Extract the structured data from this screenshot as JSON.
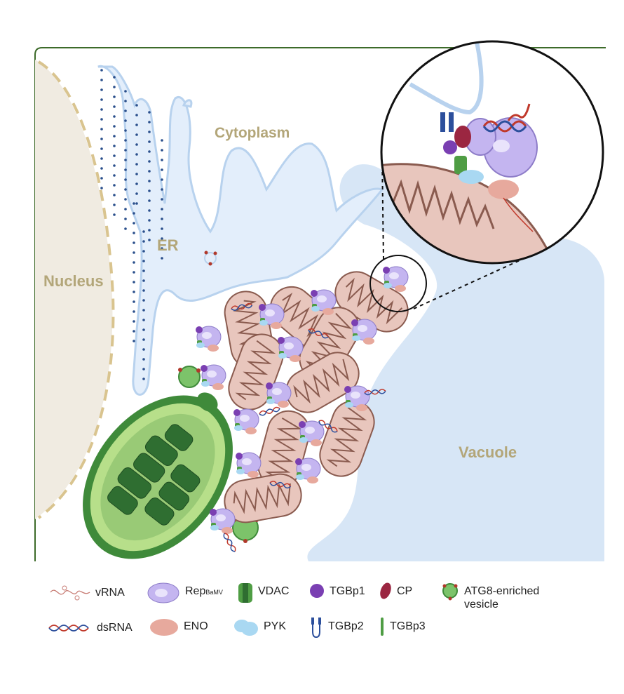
{
  "labels": {
    "nucleus": "Nucleus",
    "cytoplasm": "Cytoplasm",
    "er": "ER",
    "vacuole": "Vacuole"
  },
  "legend": [
    {
      "id": "vrna",
      "label": "vRNA",
      "icon": "vrna-icon"
    },
    {
      "id": "rep",
      "label": "Rep",
      "sub": "BaMV",
      "icon": "rep-bamv-icon"
    },
    {
      "id": "vdac",
      "label": "VDAC",
      "icon": "vdac-icon"
    },
    {
      "id": "tgbp1",
      "label": "TGBp1",
      "icon": "tgbp1-icon"
    },
    {
      "id": "cp",
      "label": "CP",
      "icon": "cp-icon"
    },
    {
      "id": "atg8",
      "label": "ATG8-enriched",
      "label2": "vesicle",
      "icon": "atg8-vesicle-icon"
    },
    {
      "id": "dsrna",
      "label": "dsRNA",
      "icon": "dsrna-icon"
    },
    {
      "id": "eno",
      "label": "ENO",
      "icon": "eno-icon"
    },
    {
      "id": "pyk",
      "label": "PYK",
      "icon": "pyk-icon"
    },
    {
      "id": "tgbp2",
      "label": "TGBp2",
      "icon": "tgbp2-icon"
    },
    {
      "id": "tgbp3",
      "label": "TGBp3",
      "icon": "tgbp3-icon"
    }
  ],
  "colors": {
    "cell_border": "#3d6b2a",
    "nucleus_fill": "#f0ebe1",
    "nucleus_dash": "#d9c48f",
    "er_fill": "#e3eefb",
    "er_stroke": "#b8d2ee",
    "ribosome": "#2a4f8c",
    "vacuole": "#d7e6f6",
    "mito_fill": "#e8c6bd",
    "mito_stroke": "#8a5b4f",
    "chloroplast_outer": "#3f8a3a",
    "chloroplast_inner": "#b7df8a",
    "thylakoid": "#2f6e31",
    "rep": "#c4b5f0",
    "tgbp1": "#7a3fb2",
    "cp": "#9b2641",
    "vdac": "#4f9d44",
    "eno": "#e7a99d",
    "pyk": "#a9d8f2",
    "label_tan": "#b3a679"
  }
}
